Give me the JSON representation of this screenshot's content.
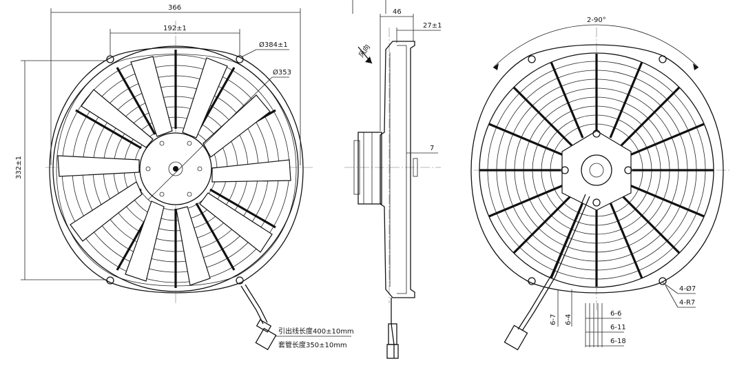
{
  "labels": {
    "front_width": "366",
    "front_hole_spacing": "192±1",
    "front_hole_circle": "Ø384±1",
    "front_diameter": "Ø353",
    "front_height": "332±1",
    "side_depth": "46",
    "side_depth2": "27±1",
    "side_airflow": "风向",
    "side_shaft": "7",
    "wire_length": "引出线长度400±10mm",
    "sleeve_length": "套管长度350±10mm",
    "rear_angle": "2-90°",
    "rear_holes": "4-Ø7",
    "rear_radius": "4-R7",
    "bracket_67": "6-7",
    "bracket_64": "6-4",
    "bracket_66": "6-6",
    "bracket_611": "6-11",
    "bracket_618": "6-18"
  }
}
